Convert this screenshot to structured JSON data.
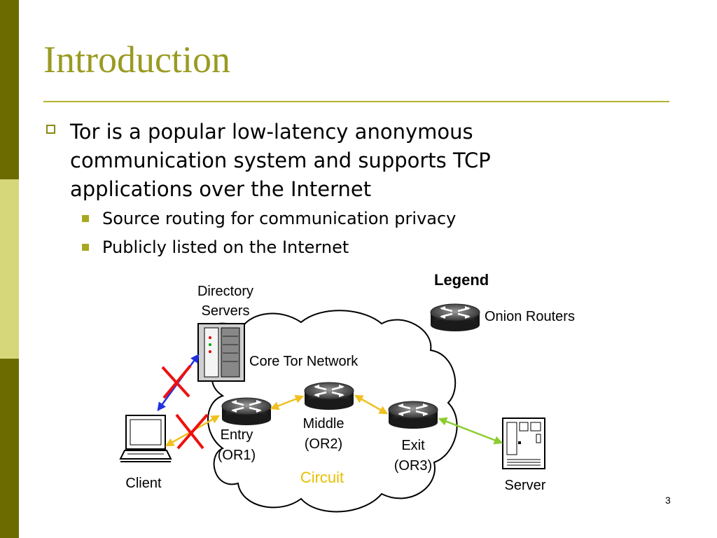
{
  "slide": {
    "title": "Introduction",
    "bullet_main": "Tor is a popular low-latency anonymous communication system and supports TCP applications over the Internet",
    "sub_bullets": [
      "Source routing for communication privacy",
      "Publicly listed on the Internet"
    ],
    "page_number": "3"
  },
  "diagram": {
    "legend_title": "Legend",
    "legend_item": "Onion Routers",
    "directory_label_line1": "Directory",
    "directory_label_line2": "Servers",
    "network_label": "Core Tor Network",
    "entry_line1": "Entry",
    "entry_line2": "(OR1)",
    "middle_line1": "Middle",
    "middle_line2": "(OR2)",
    "exit_line1": "Exit",
    "exit_line2": "(OR3)",
    "circuit_label": "Circuit",
    "client_label": "Client",
    "server_label": "Server"
  },
  "colors": {
    "theme_dark": "#6b6b00",
    "theme_light": "#d6d67a",
    "title": "#9a9a22",
    "circuit_text": "#e8c000",
    "circuit_arrow": "#f0c020",
    "server_link": "#8ccc30",
    "directory_link": "#2030e0",
    "blocked_mark": "#ee1010"
  }
}
